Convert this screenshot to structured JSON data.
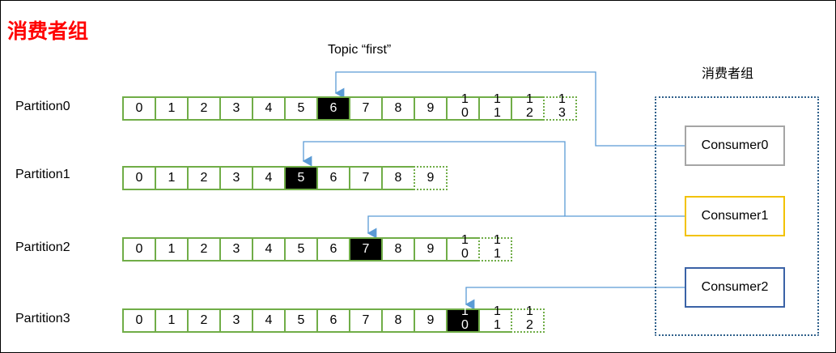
{
  "title": "消费者组",
  "topic_label": "Topic “first”",
  "group_label": "消费者组",
  "partitions": [
    {
      "label": "Partition0",
      "cells": [
        "0",
        "1",
        "2",
        "3",
        "4",
        "5",
        "6",
        "7",
        "8",
        "9",
        "10",
        "11",
        "12",
        "13"
      ],
      "active_index": 6,
      "next_index": 13
    },
    {
      "label": "Partition1",
      "cells": [
        "0",
        "1",
        "2",
        "3",
        "4",
        "5",
        "6",
        "7",
        "8",
        "9"
      ],
      "active_index": 5,
      "next_index": 9
    },
    {
      "label": "Partition2",
      "cells": [
        "0",
        "1",
        "2",
        "3",
        "4",
        "5",
        "6",
        "7",
        "8",
        "9",
        "10",
        "11"
      ],
      "active_index": 7,
      "next_index": 11
    },
    {
      "label": "Partition3",
      "cells": [
        "0",
        "1",
        "2",
        "3",
        "4",
        "5",
        "6",
        "7",
        "8",
        "9",
        "10",
        "11",
        "12"
      ],
      "active_index": 10,
      "next_index": 12
    }
  ],
  "consumers": [
    {
      "label": "Consumer0",
      "border_color": "#a5a5a5",
      "reads": "Partition0"
    },
    {
      "label": "Consumer1",
      "border_color": "#f2c200",
      "reads": "Partition1, Partition2"
    },
    {
      "label": "Consumer2",
      "border_color": "#3a62a6",
      "reads": "Partition3"
    }
  ],
  "colors": {
    "title": "#ff0000",
    "cell_border": "#70ad47",
    "active_fill": "#000000",
    "arrow": "#5b9bd5",
    "group_border": "#2e5f8a"
  }
}
